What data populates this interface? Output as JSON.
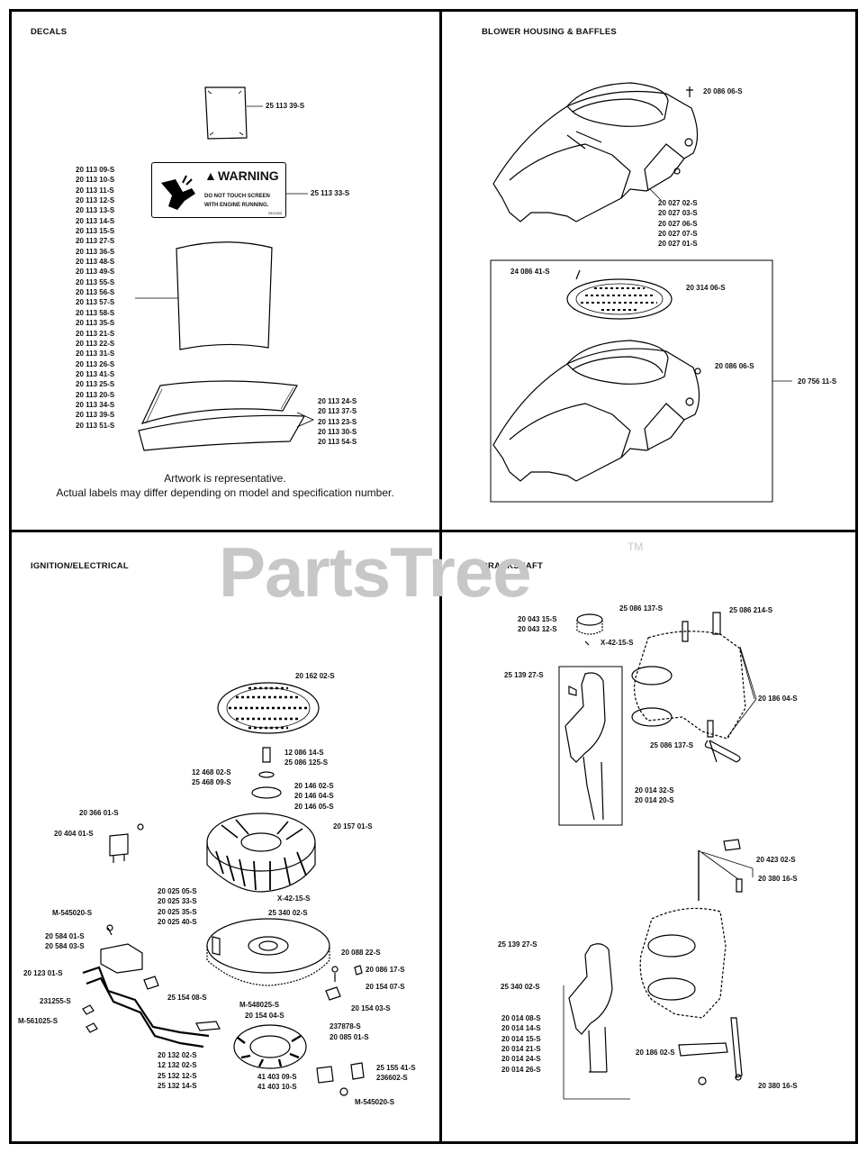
{
  "panels": {
    "decals": "DECALS",
    "blower": "BLOWER HOUSING & BAFFLES",
    "ignition": "IGNITION/ELECTRICAL",
    "crankshaft": "CRANKSHAFT"
  },
  "watermark": {
    "text": "PartsTree",
    "tm": "TM"
  },
  "decals": {
    "label_plain_top": "25 113 39-S",
    "label_warning": "25 113 33-S",
    "warning_title": "WARNING",
    "warning_line1": "DO NOT TOUCH SCREEN",
    "warning_line2": "WITH ENGINE RUNNING.",
    "warning_code": "2511333",
    "left_column": [
      "20 113 09-S",
      "20 113 10-S",
      "20 113 11-S",
      "20 113 12-S",
      "20 113 13-S",
      "20 113 14-S",
      "20 113 15-S",
      "20 113 27-S",
      "20 113 36-S",
      "20 113 48-S",
      "20 113 49-S",
      "20 113 55-S",
      "20 113 56-S",
      "20 113 57-S",
      "20 113 58-S",
      "20 113 35-S",
      "20 113 21-S",
      "20 113 22-S",
      "20 113 31-S",
      "20 113 26-S",
      "20 113 41-S",
      "20 113 25-S",
      "20 113 20-S",
      "20 113 34-S",
      "20 113 39-S",
      "20 113 51-S"
    ],
    "right_column": [
      "20 113 24-S",
      "20 113 37-S",
      "20 113 23-S",
      "20 113 30-S",
      "20 113 54-S"
    ],
    "note_line1": "Artwork is representative.",
    "note_line2": "Actual labels may differ depending on model and specification number."
  },
  "blower": {
    "screw_top": "20 086 06-S",
    "housing_parts": [
      "20 027 02-S",
      "20 027 03-S",
      "20 027 06-S",
      "20 027 07-S",
      "20 027 01-S"
    ],
    "screw_small": "24 086 41-S",
    "screen": "20 314 06-S",
    "screw_bottom": "20 086 06-S",
    "assembly": "20 756 11-S"
  },
  "ignition": {
    "screen": "20 162 02-S",
    "bolt": [
      "12 086 14-S",
      "25 086 125-S"
    ],
    "washer": [
      "12 468 02-S",
      "25 468 09-S"
    ],
    "plate": [
      "20 146 02-S",
      "20 146 04-S",
      "20 146 05-S"
    ],
    "clip": "20 366 01-S",
    "rectifier": "20 404 01-S",
    "flywheel": "20 157 01-S",
    "flywheel_parts": [
      "20 025 05-S",
      "20 025 33-S",
      "20 025 35-S",
      "20 025 40-S"
    ],
    "key": "X-42-15-S",
    "pin": "25 340 02-S",
    "screw_m": "M-545020-S",
    "bracket": [
      "20 584 01-S",
      "20 584 03-S"
    ],
    "screw_22": "20 088 22-S",
    "harness": "20 123 01-S",
    "clamp_154_08": "25 154 08-S",
    "clamp_086_17": "20 086 17-S",
    "clamp_154_07": "20 154 07-S",
    "part_231255": "231255-S",
    "screw_548025": "M-548025-S",
    "part_154_04": "20 154 04-S",
    "part_154_03": "20 154 03-S",
    "screw_561025": "M-561025-S",
    "part_237878": "237878-S",
    "part_085_01": "20 085 01-S",
    "coil": [
      "20 132 02-S",
      "12 132 02-S",
      "25 132 12-S",
      "25 132 14-S"
    ],
    "part_155_41": [
      "25 155 41-S",
      "236602-S"
    ],
    "module": [
      "41 403 09-S",
      "41 403 10-S"
    ],
    "screw_bottom": "M-545020-S"
  },
  "crankshaft": {
    "gear": [
      "20 043 15-S",
      "20 043 12-S"
    ],
    "key": "X-42-15-S",
    "screw_137_top": "25 086 137-S",
    "screw_214": "25 086 214-S",
    "crank_pin_top": "25 139 27-S",
    "rod_assembly": "20 186 04-S",
    "screw_137_bottom": "25 086 137-S",
    "crank_top": [
      "20 014 32-S",
      "20 014 20-S"
    ],
    "part_423": "20 423 02-S",
    "part_380_a": "20 380 16-S",
    "crank_pin_bottom": "25 139 27-S",
    "key_bottom": "25 340 02-S",
    "crank_bottom": [
      "20 014 08-S",
      "20 014 14-S",
      "20 014 15-S",
      "20 014 21-S",
      "20 014 24-S",
      "20 014 26-S"
    ],
    "rod_186_02": "20 186 02-S",
    "part_380_b": "20 380 16-S"
  }
}
